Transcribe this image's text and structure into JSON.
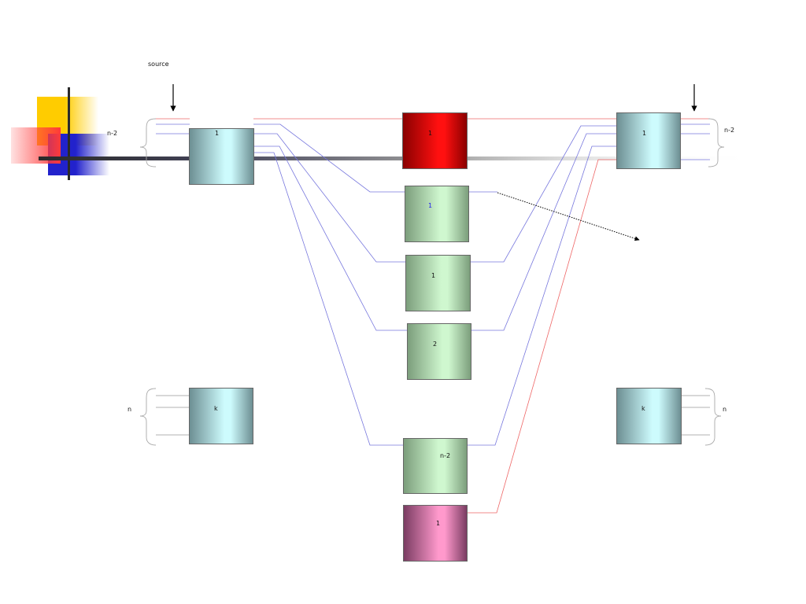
{
  "labels": {
    "source": "source",
    "n_minus_2_left": "n-2",
    "n_minus_2_right": "n-2",
    "n_left": "n",
    "n_right": "n"
  },
  "boxes": {
    "left_top": "1",
    "left_bottom": "k",
    "right_top": "1",
    "right_bottom": "k",
    "red_center": "1",
    "green_1": "1",
    "green_2": "1",
    "green_3": "2",
    "green_n2": "n-2",
    "pink_bottom": "1"
  },
  "colors": {
    "blue_line": "#7777dd",
    "red_line": "#ee6666",
    "logo_yellow": "#ffcc00",
    "logo_red": "#ff3333",
    "logo_blue": "#2222cc",
    "green1_label": "#2222ee"
  }
}
